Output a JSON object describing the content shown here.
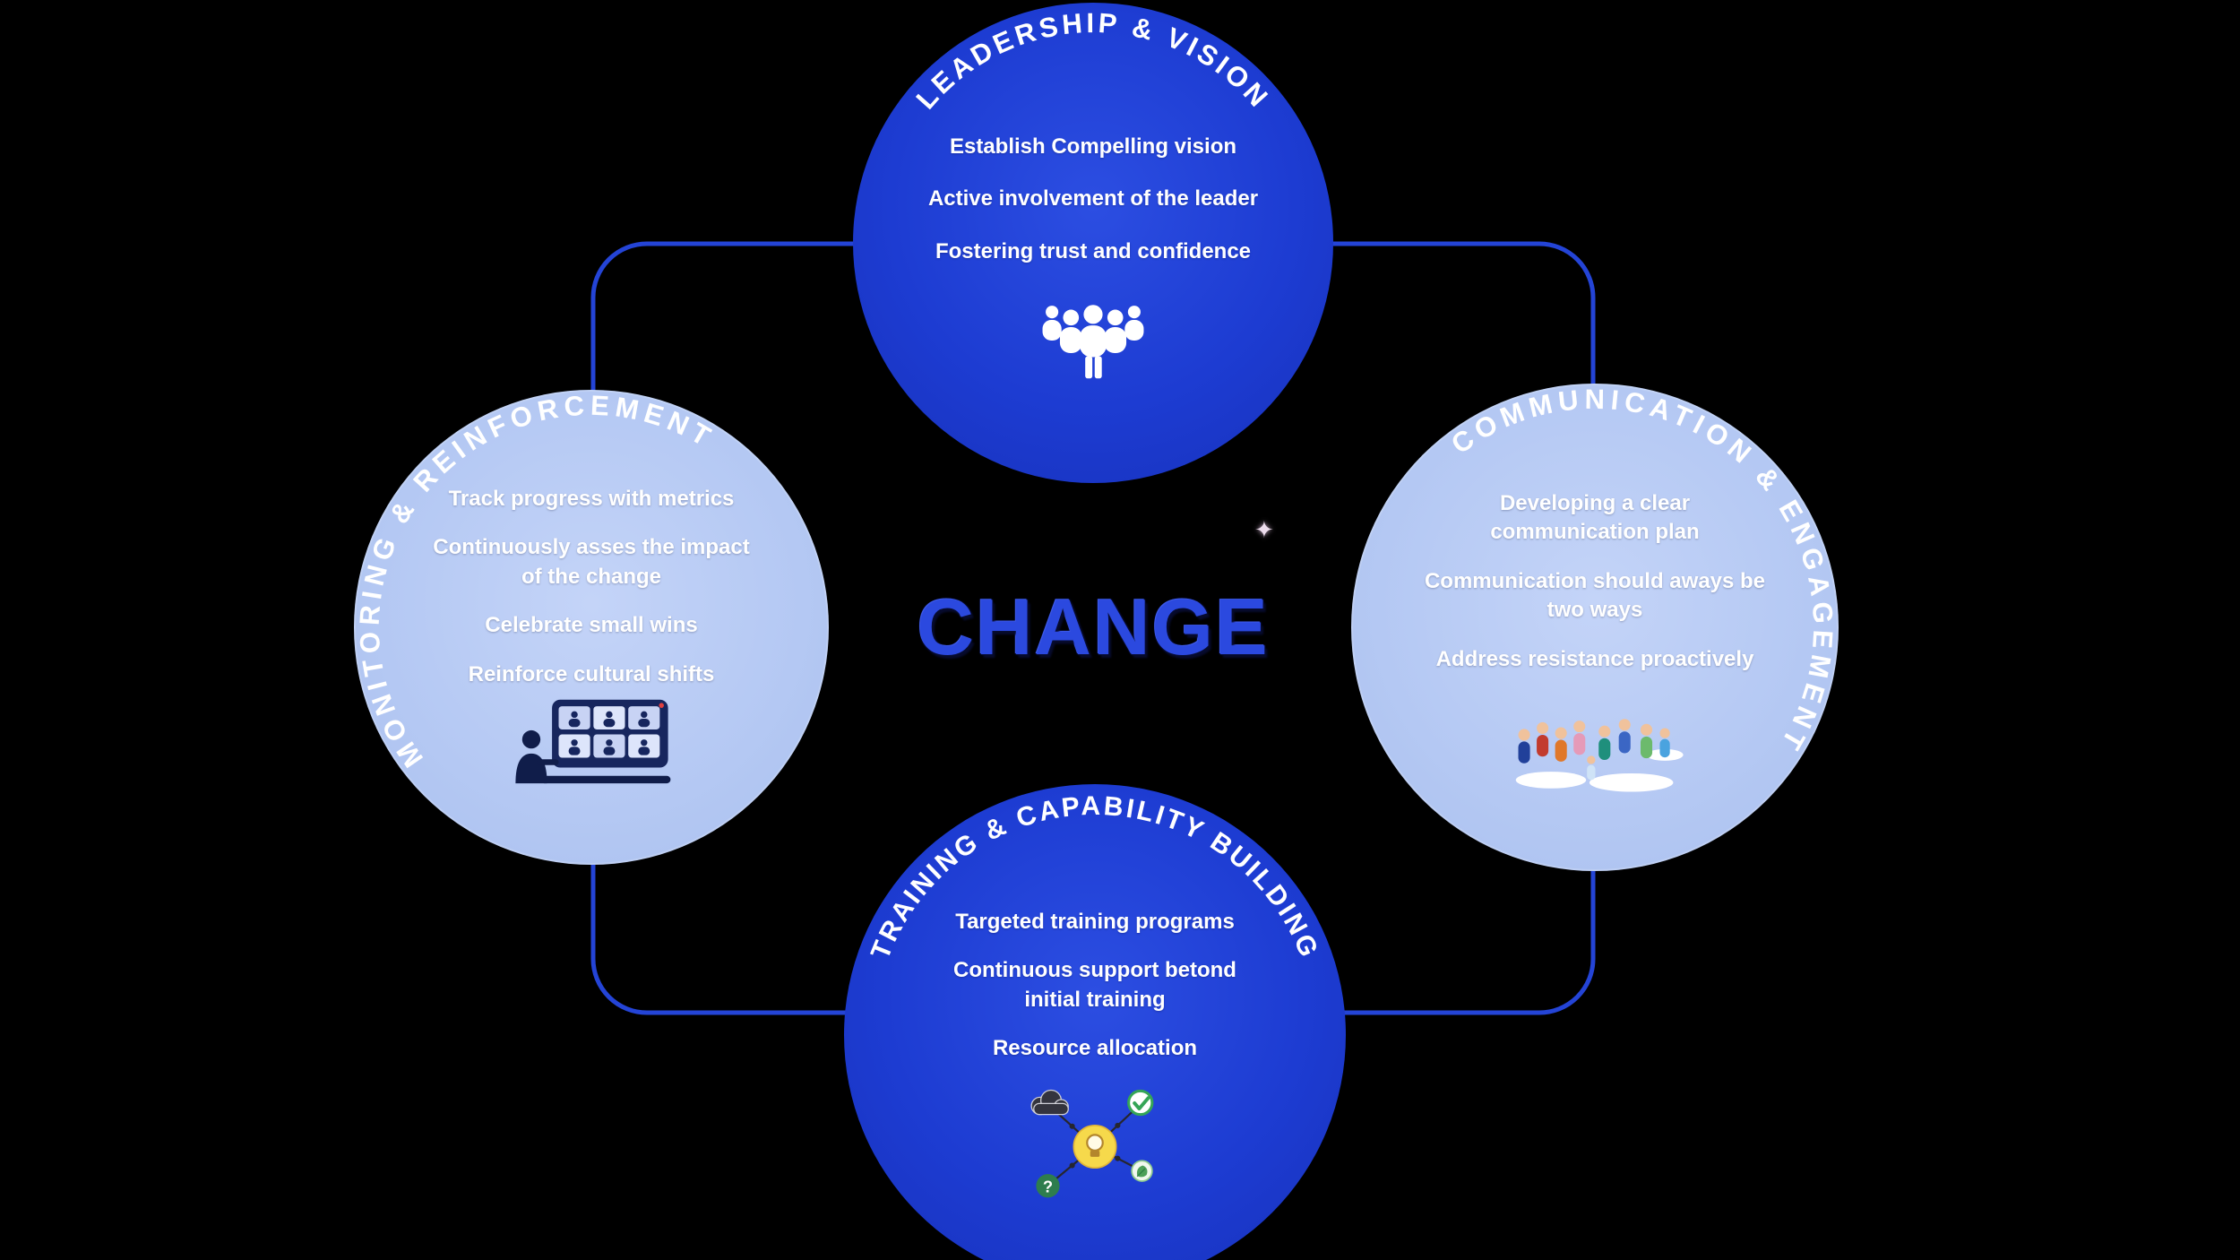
{
  "page": {
    "background": "#000000"
  },
  "center": {
    "title": "CHANGE",
    "sparkle": "✦"
  },
  "colors": {
    "dark_circle": "#1d3cd2",
    "light_circle": "#b4c8f3",
    "connector": "#2444d6",
    "change_text": "#2b49df",
    "text": "#ffffff"
  },
  "leadership": {
    "title": "LEADERSHIP & VISION",
    "items": [
      "Establish Compelling vision",
      "Active involvement of the leader",
      "Fostering trust and confidence"
    ],
    "icon": "team-silhouette-icon"
  },
  "communication": {
    "title": "COMMUNICATION & ENGAGEMENT",
    "items": [
      "Developing a clear\ncommunication plan",
      "Communication should aways be\ntwo ways",
      "Address resistance proactively"
    ],
    "icon": "group-discussion-icon"
  },
  "monitoring": {
    "title": "MONITORING & REINFORCEMENT",
    "items": [
      "Track progress with metrics",
      "Continuously asses the impact\nof the change",
      "Celebrate small wins",
      "Reinforce cultural shifts"
    ],
    "icon": "dashboard-monitoring-icon"
  },
  "training": {
    "title": "TRAINING & CAPABILITY BUILDING",
    "items": [
      "Targeted training programs",
      "Continuous support betond\ninitial training",
      "Resource allocation"
    ],
    "icon": "brainstorm-network-icon"
  },
  "icons": {
    "question_glyph": "?"
  }
}
